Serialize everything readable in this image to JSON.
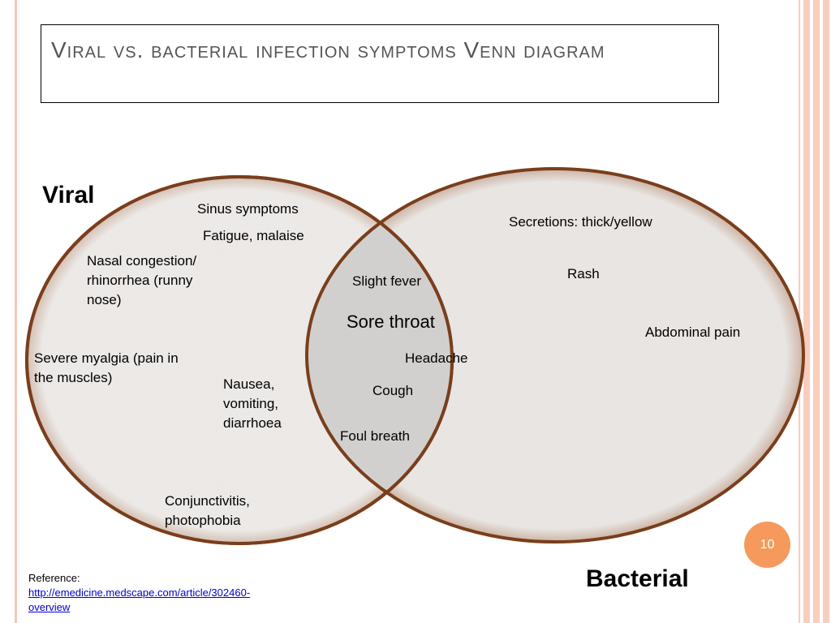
{
  "title": "Viral vs. bacterial infection symptoms Venn diagram",
  "sets": {
    "viral": "Viral",
    "bacterial": "Bacterial"
  },
  "viral_only": {
    "sinus": "Sinus symptoms",
    "fatigue": "Fatigue, malaise",
    "nasal": [
      "Nasal congestion/",
      "rhinorrhea (runny",
      "nose)"
    ],
    "myalgia": [
      "Severe myalgia (pain in",
      "the muscles)"
    ],
    "nausea": [
      "Nausea,",
      "vomiting,",
      "diarrhoea"
    ],
    "conjunctivitis": [
      "Conjunctivitis,",
      "photophobia"
    ]
  },
  "overlap": {
    "fever": "Slight fever",
    "sore_throat": "Sore throat",
    "headache": "Headache",
    "cough": "Cough",
    "foul_breath": "Foul breath"
  },
  "bacterial_only": {
    "secretions": "Secretions: thick/yellow",
    "rash": "Rash",
    "abdominal": "Abdominal pain"
  },
  "page_number": "10",
  "reference": {
    "label": "Reference:",
    "link_line1": "http://emedicine.medscape.com/article/302460-",
    "link_line2": "overview"
  },
  "colors": {
    "circle_fill": "#e8e5e3",
    "overlap_fill": "#d2d0ce",
    "circle_border": "#7a3e1c",
    "badge": "#f59a5c"
  }
}
